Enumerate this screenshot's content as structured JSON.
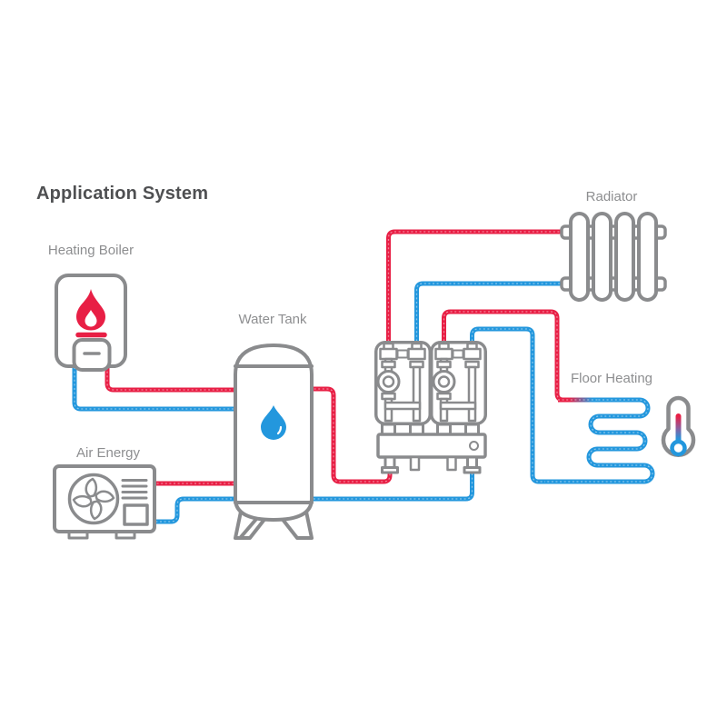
{
  "title": "Application System",
  "labels": {
    "heating_boiler": "Heating Boiler",
    "water_tank": "Water Tank",
    "air_energy": "Air Energy",
    "radiator": "Radiator",
    "floor_heating": "Floor Heating"
  },
  "components": [
    {
      "name": "heating-boiler",
      "icon": "flame-icon"
    },
    {
      "name": "water-tank",
      "icon": "water-drop-icon"
    },
    {
      "name": "air-energy-unit",
      "icon": "fan-icon"
    },
    {
      "name": "radiator",
      "icon": "radiator-fins"
    },
    {
      "name": "pump-station",
      "icon": "pump-circle"
    },
    {
      "name": "floor-heating-coil",
      "icon": "thermometer-icon"
    }
  ],
  "pipes": {
    "supply_color_meaning": "hot supply",
    "return_color_meaning": "cold return"
  },
  "colors": {
    "red": "#e81f45",
    "blue": "#2397dd",
    "gray": "#8a8b8d",
    "label_gray": "#8d8e90",
    "title_gray": "#4f5052",
    "purple": "#8a5fa0"
  }
}
